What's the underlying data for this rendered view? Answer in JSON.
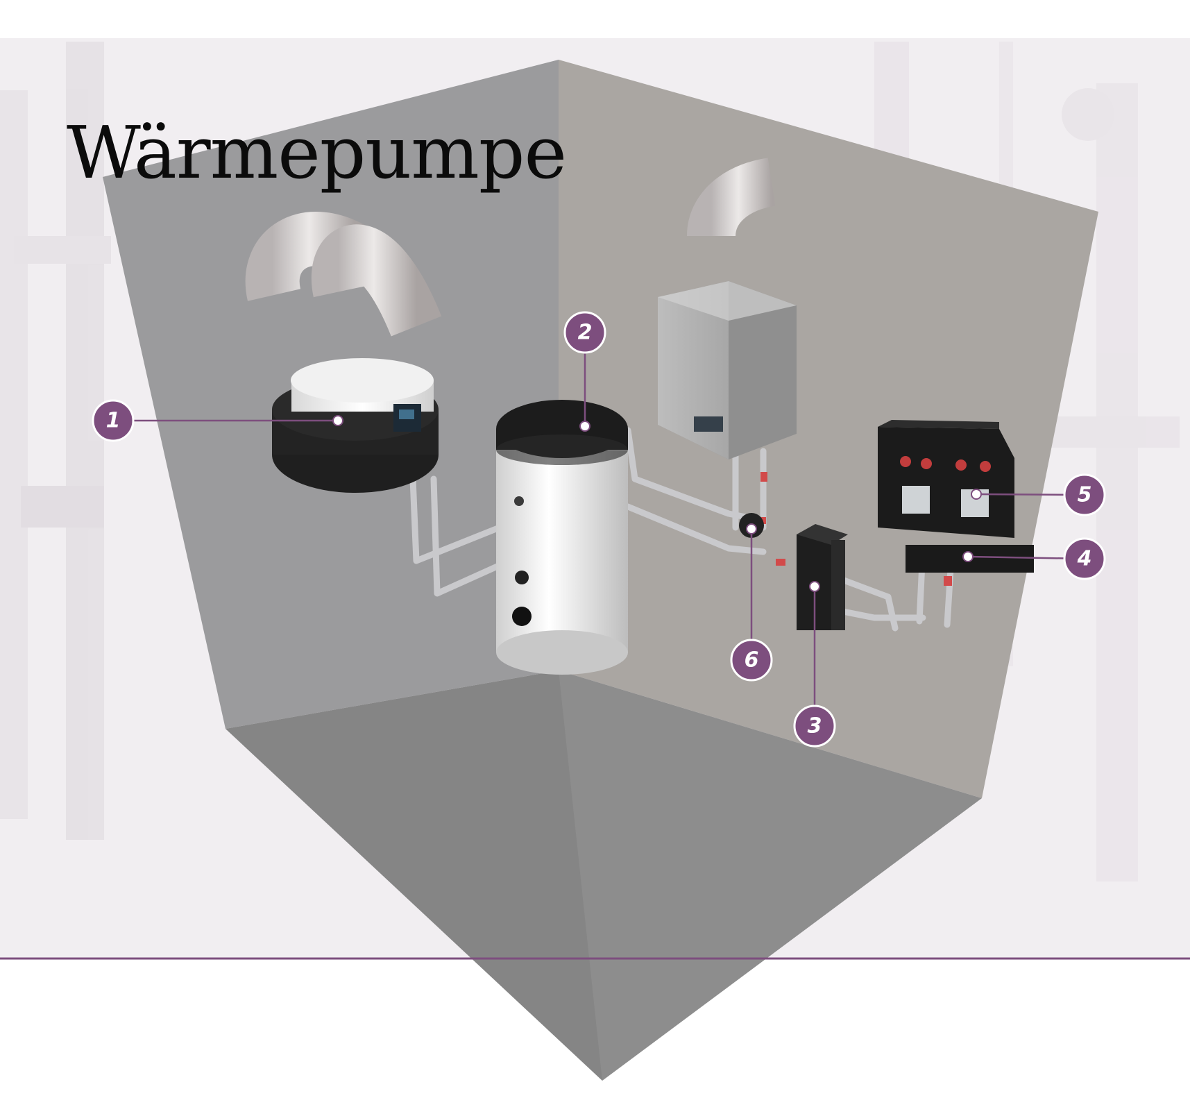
{
  "title": "Wärmepumpe",
  "colors": {
    "accent": "#7d4e7e",
    "wall_left": "#9b9b9d",
    "wall_right": "#aaa6a2",
    "floor": "#8d8d8d",
    "background": "#f4f2f4"
  },
  "callouts": [
    {
      "id": "1",
      "label": "1",
      "target": "air-heat-pump-unit"
    },
    {
      "id": "2",
      "label": "2",
      "target": "storage-tank"
    },
    {
      "id": "3",
      "label": "3",
      "target": "hydraulic-separator"
    },
    {
      "id": "4",
      "label": "4",
      "target": "distribution-manifold"
    },
    {
      "id": "5",
      "label": "5",
      "target": "pump-group"
    },
    {
      "id": "6",
      "label": "6",
      "target": "valve"
    }
  ]
}
